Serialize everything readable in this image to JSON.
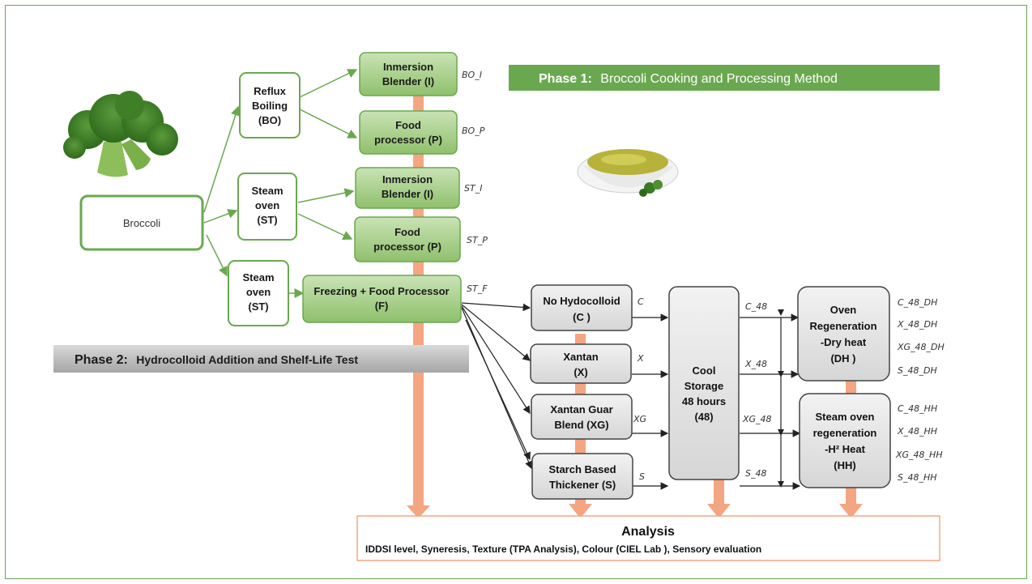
{
  "phase1": {
    "prefix": "Phase 1:",
    "text": "Broccoli Cooking and Processing Method"
  },
  "phase2": {
    "prefix": "Phase 2:",
    "text": "Hydrocolloid Addition and Shelf-Life Test"
  },
  "broccoli": "Broccoli",
  "methods": {
    "reflux": [
      "Reflux",
      "Boiling",
      "(BO)"
    ],
    "steam1": [
      "Steam",
      "oven",
      "(ST)"
    ],
    "steam2": [
      "Steam",
      "oven",
      "(ST)"
    ]
  },
  "processing": {
    "bo_i": [
      "Inmersion",
      "Blender (I)"
    ],
    "bo_p": [
      "Food",
      "processor (P)"
    ],
    "st_i": [
      "Inmersion",
      "Blender (I)"
    ],
    "st_p": [
      "Food",
      "processor (P)"
    ],
    "st_f": [
      "Freezing + Food Processor",
      "(F)"
    ]
  },
  "sample_codes": {
    "bo_i": "BO_I",
    "bo_p": "BO_P",
    "st_i": "ST_I",
    "st_p": "ST_P",
    "st_f": "ST_F"
  },
  "hydrocolloids": {
    "c": [
      "No Hydocolloid",
      "(C )"
    ],
    "x": [
      "Xantan",
      "(X)"
    ],
    "xg": [
      "Xantan Guar",
      "Blend (XG)"
    ],
    "s": [
      "Starch Based",
      "Thickener (S)"
    ]
  },
  "hydro_codes": {
    "c": "C",
    "x": "X",
    "xg": "XG",
    "s": "S"
  },
  "storage": [
    "Cool",
    "Storage",
    "48 hours",
    "(48)"
  ],
  "storage_codes": {
    "c": "C_48",
    "x": "X_48",
    "xg": "XG_48",
    "s": "S_48"
  },
  "regeneration": {
    "dh": [
      "Oven",
      "Regeneration",
      "-Dry heat",
      "(DH )"
    ],
    "hh": [
      "Steam oven",
      "regeneration",
      "-H² Heat",
      "(HH)"
    ]
  },
  "final_codes": {
    "dh": [
      "C_48_DH",
      "X_48_DH",
      "XG_48_DH",
      "S_48_DH"
    ],
    "hh": [
      "C_48_HH",
      "X_48_HH",
      "XG_48_HH",
      "S_48_HH"
    ]
  },
  "analysis": {
    "title": "Analysis",
    "text": "IDDSI level, Syneresis, Texture (TPA Analysis), Colour (CIEL Lab ), Sensory evaluation"
  },
  "colors": {
    "green_border": "#6aa84f",
    "green_fill": "#a9d18e",
    "phase1_fill": "#6aa84f",
    "phase2_fill": "#bfbfbf",
    "orange": "#f4a582",
    "gray_fill": "#e6e6e6"
  },
  "icons": {
    "broccoli": "broccoli-image",
    "puree": "puree-bowl-image"
  }
}
